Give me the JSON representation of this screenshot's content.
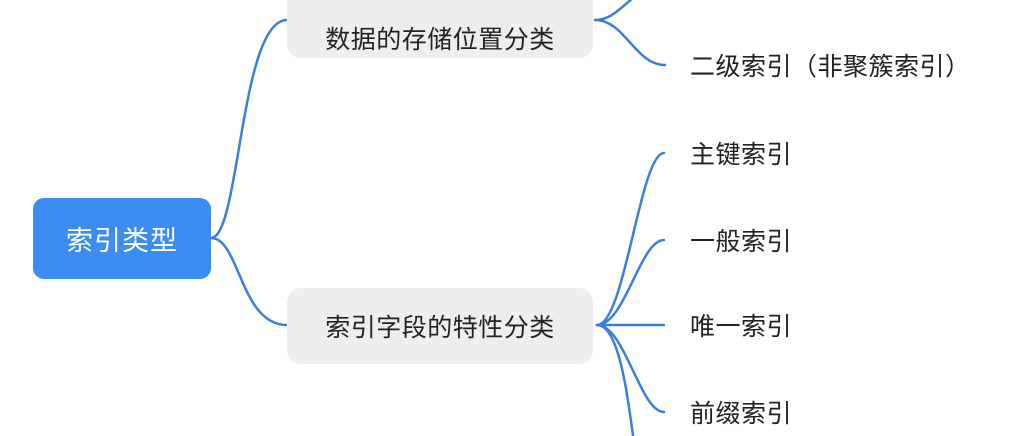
{
  "diagram": {
    "type": "mind-map",
    "colors": {
      "root": "#3b8cf3",
      "branch": "#eeeeee",
      "link": "#3b7fd9",
      "text": "#222222"
    },
    "root": {
      "label": "索引类型"
    },
    "branches": [
      {
        "label": "数据的存储位置分类",
        "children": [
          {
            "label": "二级索引（非聚簇索引）"
          }
        ]
      },
      {
        "label": "索引字段的特性分类",
        "children": [
          {
            "label": "主键索引"
          },
          {
            "label": "一般索引"
          },
          {
            "label": "唯一索引"
          },
          {
            "label": "前缀索引"
          }
        ]
      }
    ]
  }
}
